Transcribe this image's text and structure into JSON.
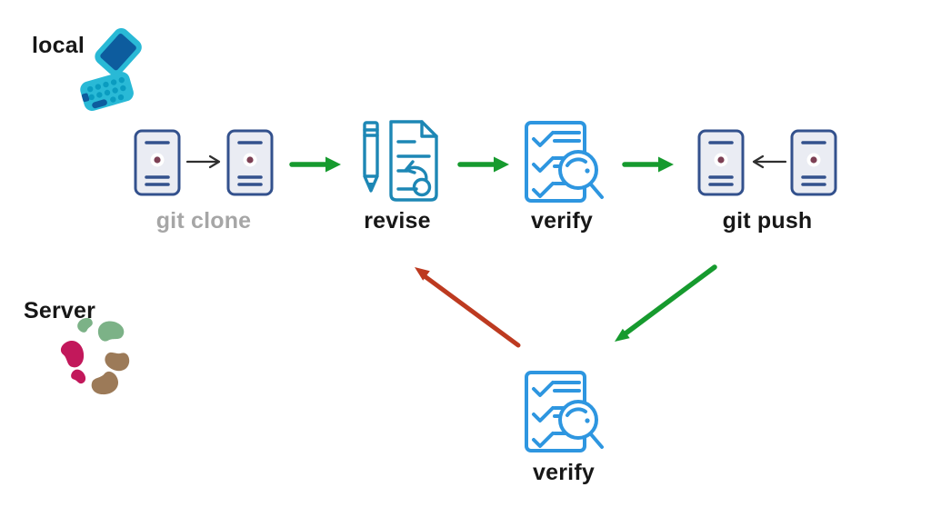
{
  "diagram": {
    "local_label": "local",
    "server_label": "Server",
    "steps": [
      {
        "label": "git clone"
      },
      {
        "label": "revise"
      },
      {
        "label": "verify"
      },
      {
        "label": "git push"
      }
    ],
    "bottom_step": {
      "label": "verify"
    }
  },
  "colors": {
    "green_arrow": "#169a2e",
    "red_arrow": "#bd3a20",
    "black_arrow": "#2f2f2f",
    "repo_border": "#33518d",
    "repo_fill": "#eaecf3",
    "repo_dot": "#7d4054",
    "revise_blue": "#1d87b5",
    "verify_blue": "#2e96e0",
    "laptop_teal": "#29b9d6",
    "laptop_screen": "#0d5c9e",
    "laptop_keys": "#0a9cc0",
    "server_green": "#7cb287",
    "server_crimson": "#c2185b",
    "server_brown": "#9c7a58",
    "label_black": "#171717",
    "label_gray": "#a6a6a6"
  }
}
